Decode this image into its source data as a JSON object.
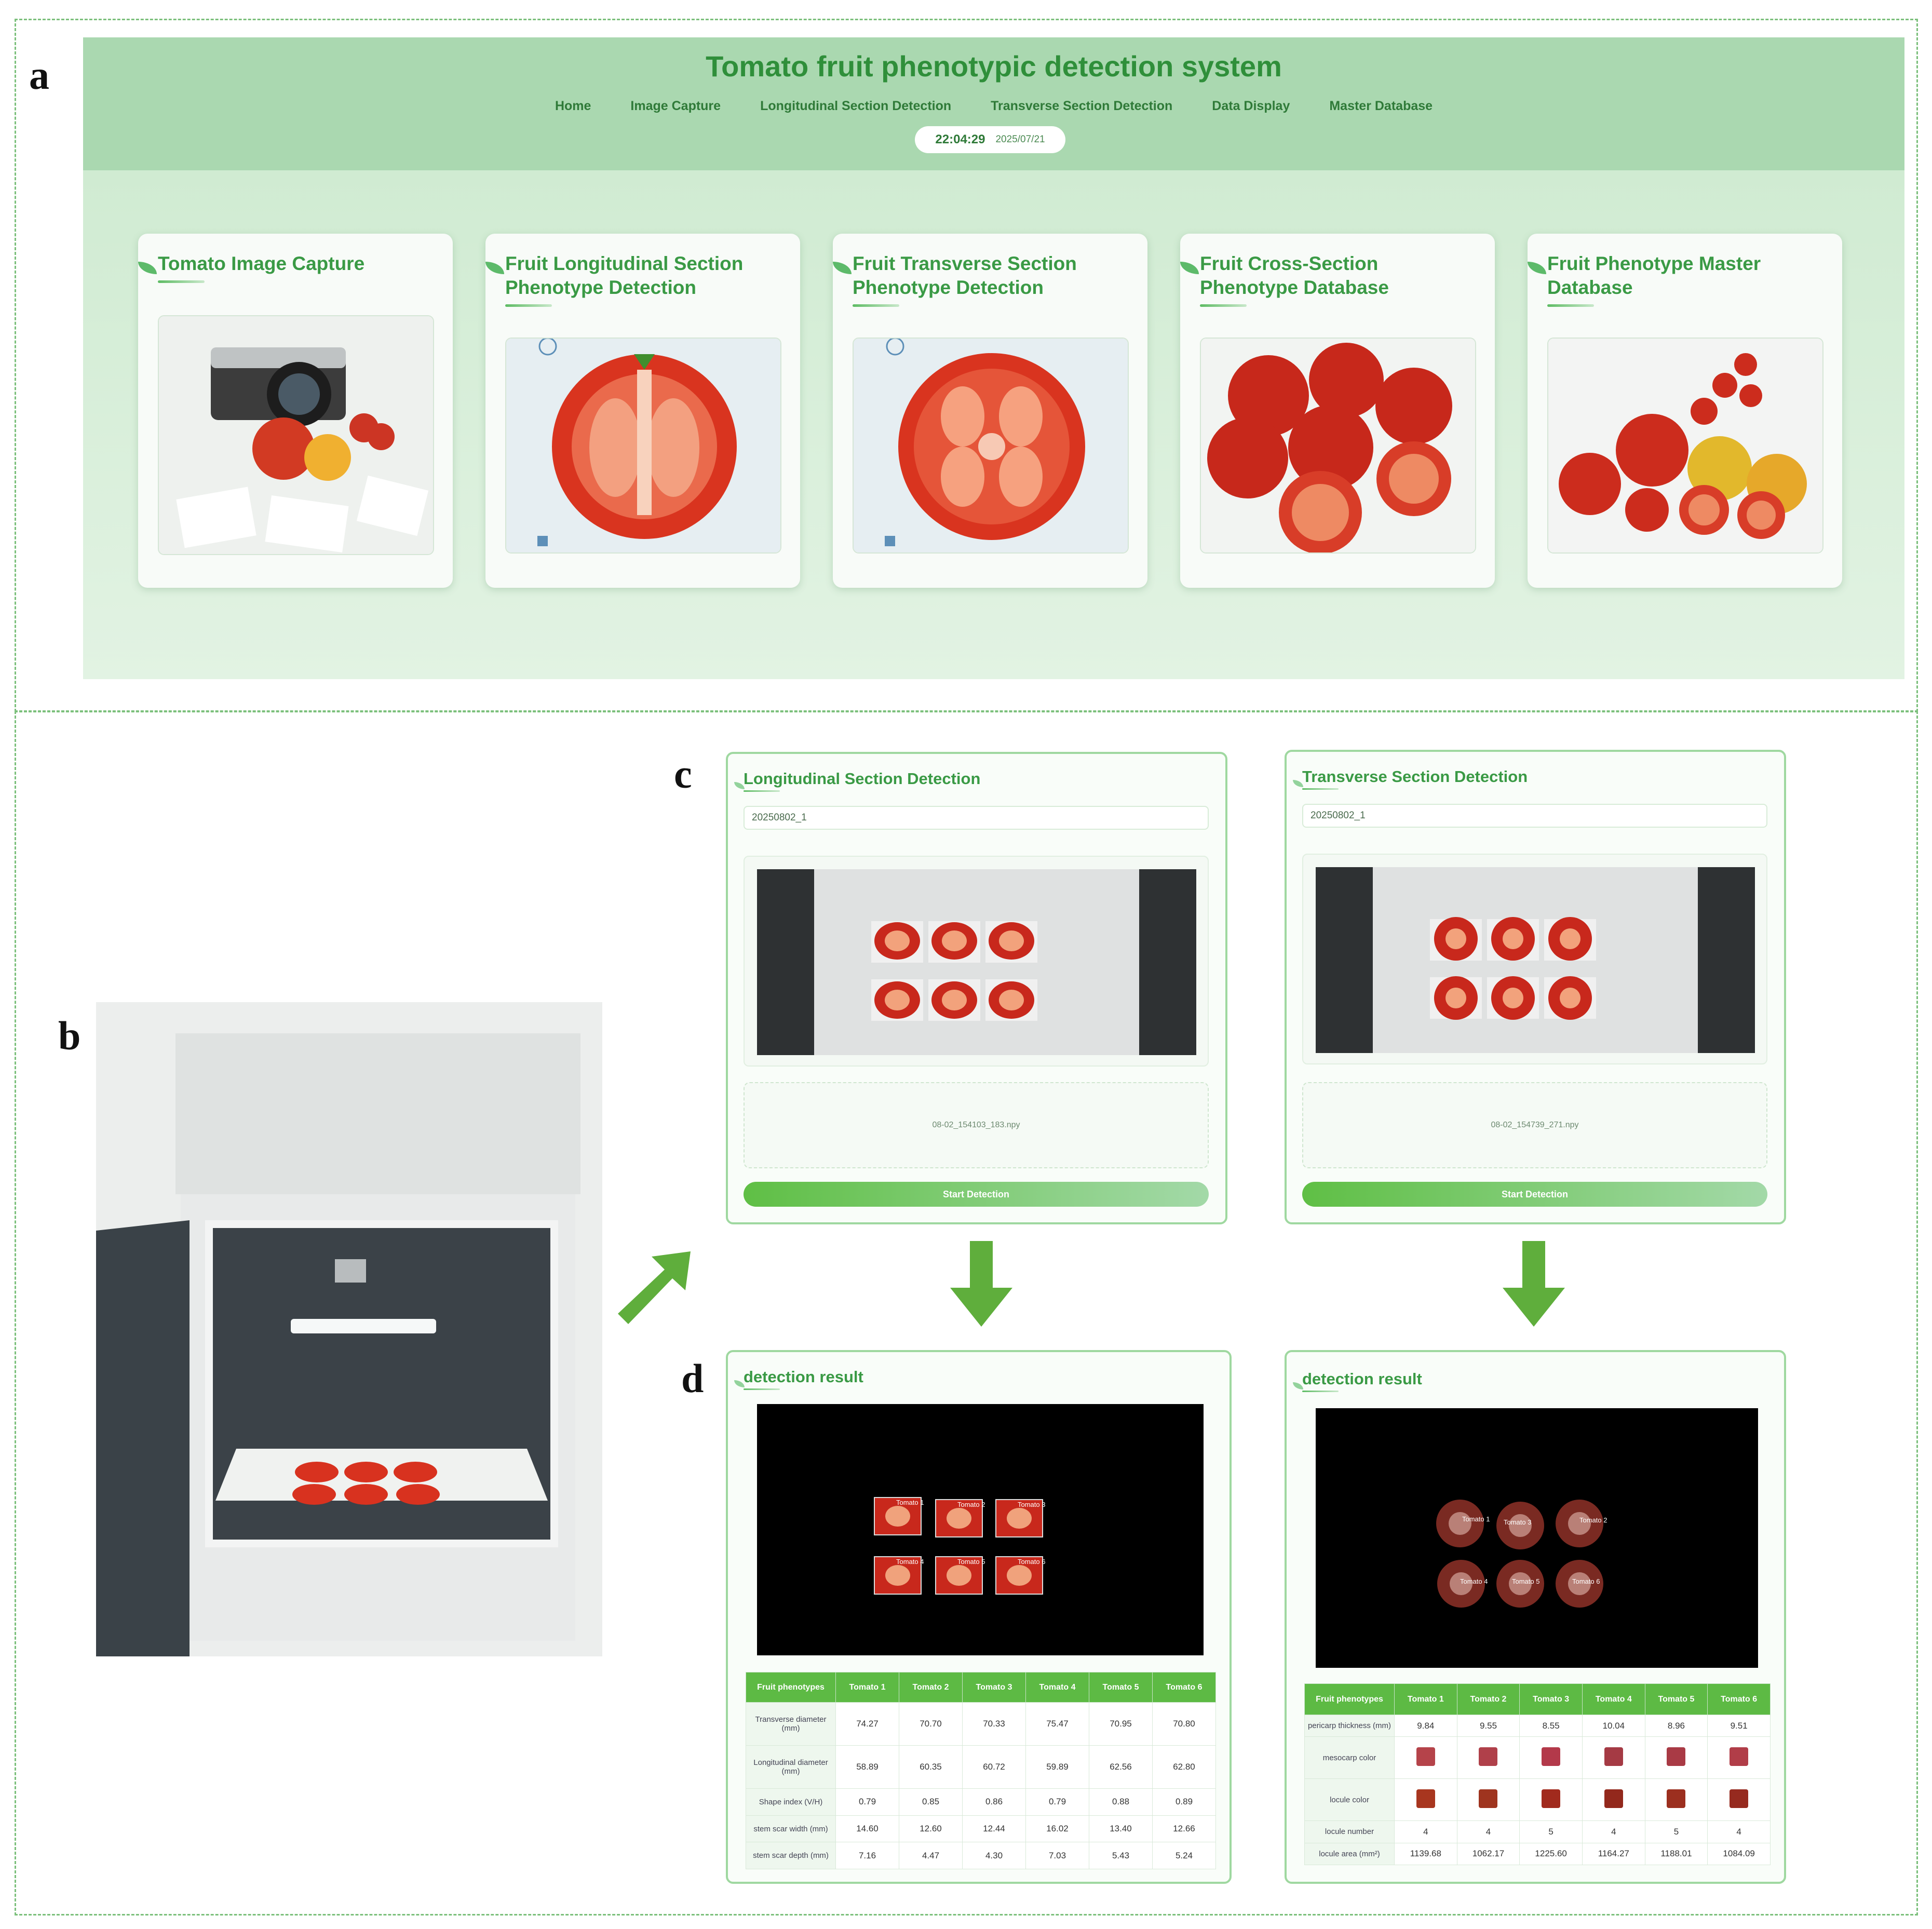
{
  "panel_letters": {
    "a": "a",
    "b": "b",
    "c": "c",
    "d": "d"
  },
  "app": {
    "title": "Tomato fruit phenotypic detection system",
    "nav": [
      "Home",
      "Image Capture",
      "Longitudinal Section Detection",
      "Transverse Section Detection",
      "Data Display",
      "Master Database"
    ],
    "time": "22:04:29",
    "date": "2025/07/21"
  },
  "cards": [
    {
      "title_line1": "Tomato Image Capture",
      "title_line2": ""
    },
    {
      "title_line1": "Fruit Longitudinal Section",
      "title_line2": "Phenotype Detection"
    },
    {
      "title_line1": "Fruit Transverse Section",
      "title_line2": "Phenotype Detection"
    },
    {
      "title_line1": "Fruit Cross-Section",
      "title_line2": "Phenotype Database"
    },
    {
      "title_line1": "Fruit Phenotype Master",
      "title_line2": "Database"
    }
  ],
  "longitudinal": {
    "title": "Longitudinal Section Detection",
    "input": "20250802_1",
    "file": "08-02_154103_183.npy",
    "button": "Start Detection"
  },
  "transverse": {
    "title": "Transverse Section Detection",
    "input": "20250802_1",
    "file": "08-02_154739_271.npy",
    "button": "Start Detection"
  },
  "result_left": {
    "title": "detection result",
    "labels": [
      "Tomato 1",
      "Tomato 2",
      "Tomato 3",
      "Tomato 4",
      "Tomato 5",
      "Tomato 6"
    ],
    "header": [
      "Fruit phenotypes",
      "Tomato 1",
      "Tomato 2",
      "Tomato 3",
      "Tomato 4",
      "Tomato 5",
      "Tomato 6"
    ],
    "rows": [
      {
        "name": "Transverse diameter (mm)",
        "values": [
          "74.27",
          "70.70",
          "70.33",
          "75.47",
          "70.95",
          "70.80"
        ]
      },
      {
        "name": "Longitudinal diameter (mm)",
        "values": [
          "58.89",
          "60.35",
          "60.72",
          "59.89",
          "62.56",
          "62.80"
        ]
      },
      {
        "name": "Shape index (V/H)",
        "values": [
          "0.79",
          "0.85",
          "0.86",
          "0.79",
          "0.88",
          "0.89"
        ]
      },
      {
        "name": "stem scar width (mm)",
        "values": [
          "14.60",
          "12.60",
          "12.44",
          "16.02",
          "13.40",
          "12.66"
        ]
      },
      {
        "name": "stem scar depth (mm)",
        "values": [
          "7.16",
          "4.47",
          "4.30",
          "7.03",
          "5.43",
          "5.24"
        ]
      }
    ]
  },
  "result_right": {
    "title": "detection result",
    "labels": [
      "Tomato 1",
      "Tomato 3",
      "Tomato 2",
      "Tomato 4",
      "Tomato 5",
      "Tomato 6"
    ],
    "header": [
      "Fruit phenotypes",
      "Tomato 1",
      "Tomato 2",
      "Tomato 3",
      "Tomato 4",
      "Tomato 5",
      "Tomato 6"
    ],
    "rows": [
      {
        "name": "pericarp thickness (mm)",
        "values": [
          "9.84",
          "9.55",
          "8.55",
          "10.04",
          "8.96",
          "9.51"
        ]
      },
      {
        "name": "mesocarp color",
        "colors": [
          "#b5434a",
          "#b0404a",
          "#b3394a",
          "#a53a44",
          "#a93a45",
          "#b13d48"
        ]
      },
      {
        "name": "locule color",
        "colors": [
          "#a8361f",
          "#9f341f",
          "#a12a1d",
          "#93281c",
          "#9c2f1f",
          "#962a1f"
        ]
      },
      {
        "name": "locule number",
        "values": [
          "4",
          "4",
          "5",
          "4",
          "5",
          "4"
        ]
      },
      {
        "name": "locule area (mm²)",
        "values": [
          "1139.68",
          "1062.17",
          "1225.60",
          "1164.27",
          "1188.01",
          "1084.09"
        ]
      }
    ]
  }
}
